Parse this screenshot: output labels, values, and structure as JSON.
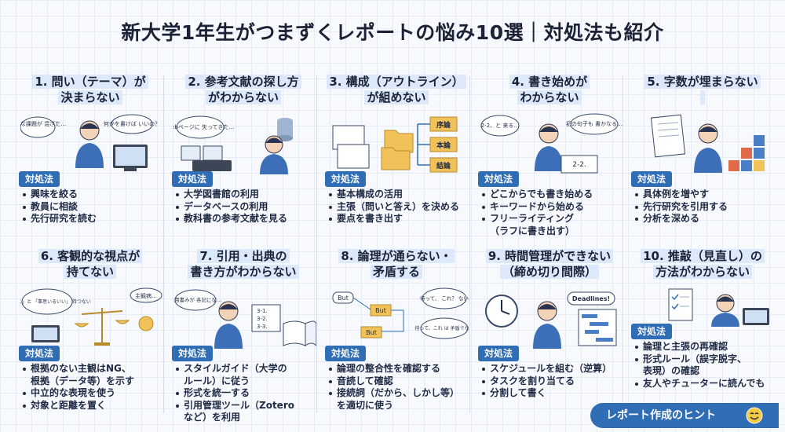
{
  "title": "新大学1年生がつまずくレポートの悩み10選｜対処法も紹介",
  "badge_label": "対処法",
  "footer": "レポート作成のヒント",
  "colors": {
    "accent": "#2f6db5",
    "highlight": "#dbe9fb",
    "text": "#1f2a44"
  },
  "cells": [
    {
      "head1": "1. 問い（テーマ）が",
      "head2": "決まらない",
      "bubbles": [
        "広んな課題が 混ざた…",
        "何かを書けば いいの？"
      ],
      "tips": [
        "興味を絞る",
        "教員に相談",
        "先行研究を読む"
      ]
    },
    {
      "head1": "2. 参考文献の探し方",
      "head2": "がわからない",
      "bubbles": [
        "Webページに 矢ってきた…"
      ],
      "tips": [
        "大学図書館の利用",
        "データベースの利用",
        "教科書の参考文献を見る"
      ]
    },
    {
      "head1": "3. 構成（アウトライン）",
      "head2": "が組めない",
      "boxes": [
        "序論",
        "本論",
        "結論"
      ],
      "tips": [
        "基本構成の活用",
        "主張（問いと答え）を決める",
        "要点を書き出す"
      ]
    },
    {
      "head1": "4. 書き始めが",
      "head2": "わからない",
      "bubbles": [
        "2-2、と 来る…",
        "初の句子も 書かなる…"
      ],
      "note_label": "2-2.",
      "tips": [
        "どこからでも書き始める",
        "キーワードから始める",
        "フリーライティング\n（ラフに書き出す）"
      ]
    },
    {
      "head1": "5. 字数が埋まらない",
      "head2": "",
      "tips": [
        "具体例を増やす",
        "先行研究を引用する",
        "分析を深める"
      ]
    },
    {
      "head1": "6. 客観的な視点が",
      "head2": "持てない",
      "bubbles": [
        "「思いえ」と 「事思いるいい」 持つない",
        "主観病…"
      ],
      "tips": [
        "根拠のない主観はNG、\n根拠（データ等）を示す",
        "中立的な表現を使う",
        "対象と距離を置く"
      ]
    },
    {
      "head1": "7. 引用・出典の",
      "head2": "書き方がわからない",
      "bubbles": [
        "引用書みが 各記にな…"
      ],
      "list_lines": [
        "3-1.",
        "3-2.",
        "3-3."
      ],
      "tips": [
        "スタイルガイド（大学の\nルール）に従う",
        "形式を統一する",
        "引用管理ツール（Zotero\nなど）を利用"
      ]
    },
    {
      "head1": "8. 論理が通らない・",
      "head2": "矛盾する",
      "but_labels": [
        "But",
        "But",
        "But"
      ],
      "bubbles": [
        "待って、 これ？ ない",
        "待って、これ は 矛盾でない"
      ],
      "tips": [
        "論理の整合性を確認する",
        "音読して確認",
        "接続詞（だから、しかし等）\nを適切に使う"
      ]
    },
    {
      "head1": "9. 時間管理ができない",
      "head2": "（締め切り間際）",
      "bubbles": [
        "Deadlines!"
      ],
      "tips": [
        "スケジュールを組む（逆算）",
        "タスクを割り当てる",
        "分割して書く"
      ]
    },
    {
      "head1": "10. 推敲（見直し）の",
      "head2": "方法がわからない",
      "tips": [
        "論理と主張の再確認",
        "形式ルール（誤字脱字、\n表現）の確認",
        "友人やチューターに読んでも"
      ]
    }
  ]
}
